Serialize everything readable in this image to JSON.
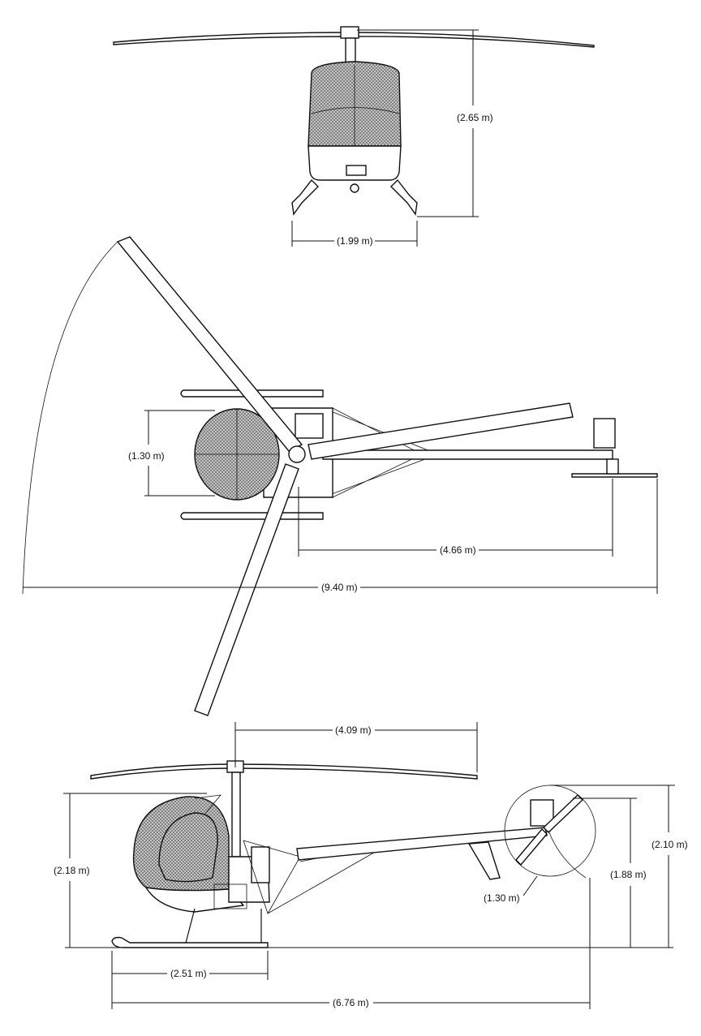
{
  "views": {
    "front": {
      "height_label": "(2.65 m)",
      "skid_width_label": "(1.99 m)"
    },
    "top": {
      "cabin_width_label": "(1.30 m)",
      "tail_length_label": "(4.66 m)",
      "rotor_span_label": "(9.40 m)"
    },
    "side": {
      "main_rotor_label": "(4.09 m)",
      "cabin_height_label": "(2.18 m)",
      "tail_rotor_diameter_label": "(1.30 m)",
      "tail_height_label": "(1.88 m)",
      "overall_height_label": "(2.10 m)",
      "skid_length_label": "(2.51 m)",
      "overall_length_label": "(6.76 m)"
    }
  }
}
